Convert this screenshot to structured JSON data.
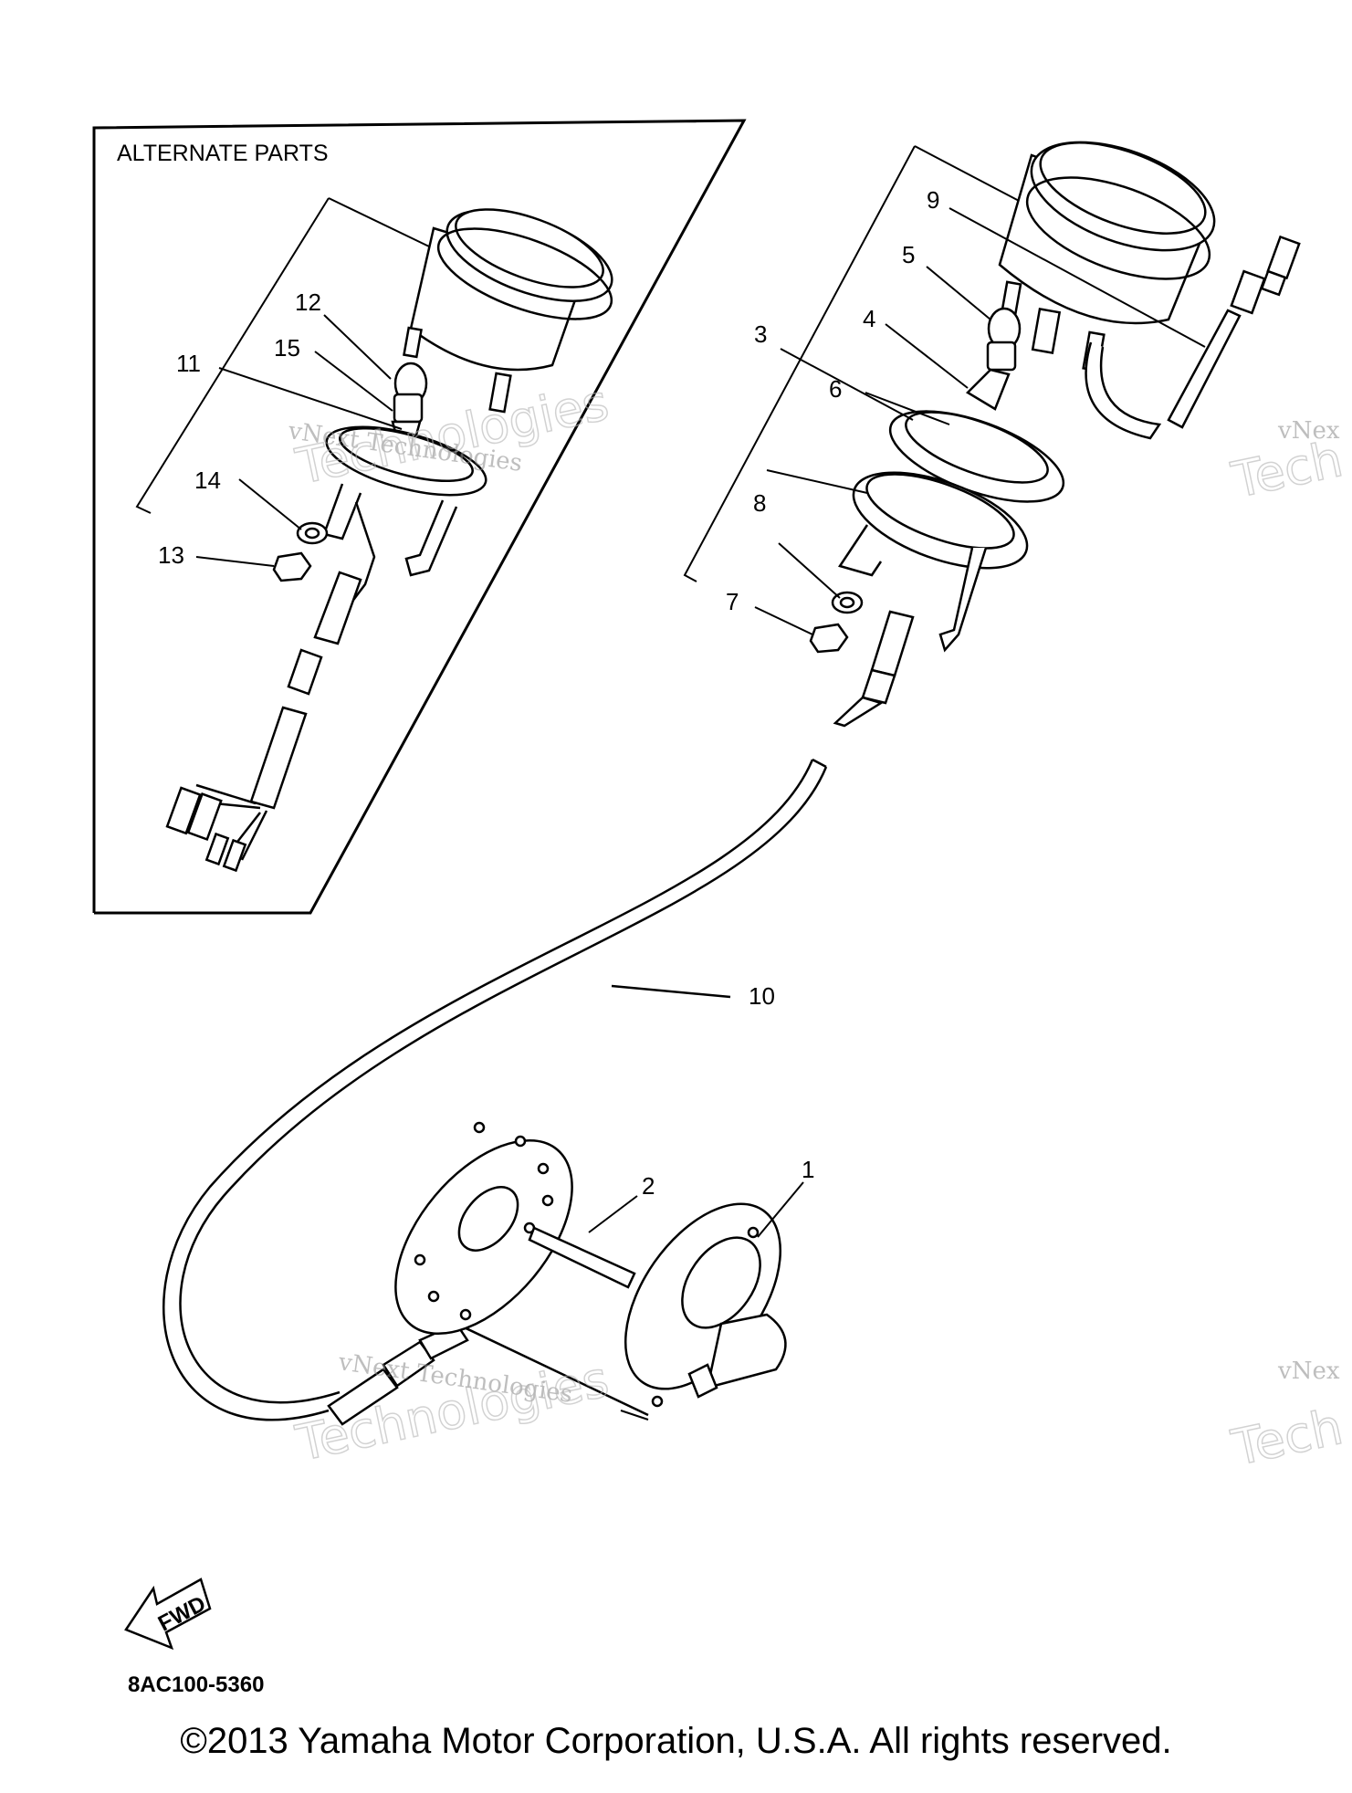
{
  "diagram": {
    "alternate_title": "ALTERNATE PARTS",
    "callouts": [
      "1",
      "2",
      "3",
      "4",
      "5",
      "6",
      "7",
      "8",
      "9",
      "10",
      "11",
      "12",
      "13",
      "14",
      "15"
    ],
    "fwd_label": "FWD",
    "drawing_code": "8AC100-5360",
    "watermark_line1": "vNext Technologies",
    "watermark_line2": "Technologies",
    "watermark_edge1": "vNex",
    "watermark_edge2": "Tech"
  },
  "footer": {
    "copyright": "©2013 Yamaha Motor Corporation, U.S.A. All rights reserved."
  }
}
